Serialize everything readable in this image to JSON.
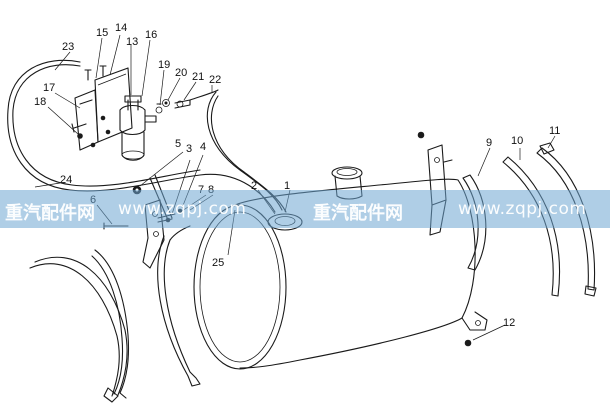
{
  "part_numbers": [
    "1",
    "2",
    "3",
    "4",
    "5",
    "6",
    "7",
    "8",
    "9",
    "10",
    "11",
    "12",
    "13",
    "14",
    "15",
    "16",
    "17",
    "18",
    "19",
    "20",
    "21",
    "22",
    "23",
    "24",
    "25"
  ],
  "watermark": {
    "brand": "重汽配件网",
    "url": "www.zqpj.com"
  }
}
